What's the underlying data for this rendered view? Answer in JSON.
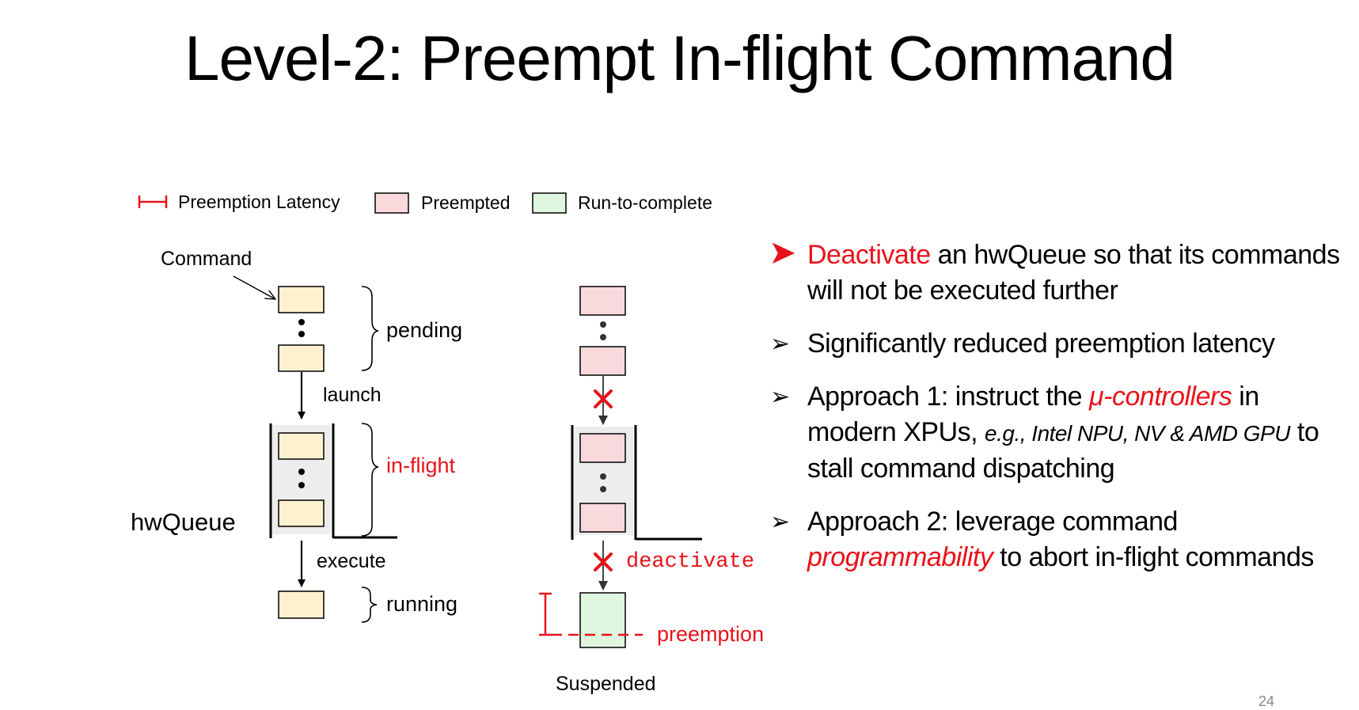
{
  "title": "Level-2: Preempt In-flight Command",
  "legend": {
    "latency": "Preemption Latency",
    "preempted": "Preempted",
    "run_to_complete": "Run-to-complete"
  },
  "left_diagram": {
    "command_label": "Command",
    "pending": "pending",
    "launch": "launch",
    "in_flight": "in-flight",
    "hwqueue": "hwQueue",
    "execute": "execute",
    "running": "running"
  },
  "right_diagram": {
    "deactivate": "deactivate",
    "preemption": "preemption",
    "suspended": "Suspended"
  },
  "bullets": {
    "b1_red": "Deactivate",
    "b1_rest": " an hwQueue so that its commands will not be executed further",
    "b2": "Significantly reduced preemption latency",
    "b3_a": "Approach 1: instruct the ",
    "b3_mu": "μ-controllers",
    "b3_b": " in modern XPUs, ",
    "b3_eg": "e.g.,",
    "b3_examples": " Intel NPU, NV & AMD GPU",
    "b3_c": " to stall command dispatching",
    "b4_a": "Approach 2: leverage command ",
    "b4_prog": "programmability",
    "b4_b": " to abort in-flight commands"
  },
  "page_number": "24",
  "colors": {
    "pending_fill": "#fdf1cf",
    "preempted_fill": "#fad9dc",
    "run_fill": "#dff7df",
    "queue_bg": "#ededed",
    "accent_red": "#e8131a"
  }
}
